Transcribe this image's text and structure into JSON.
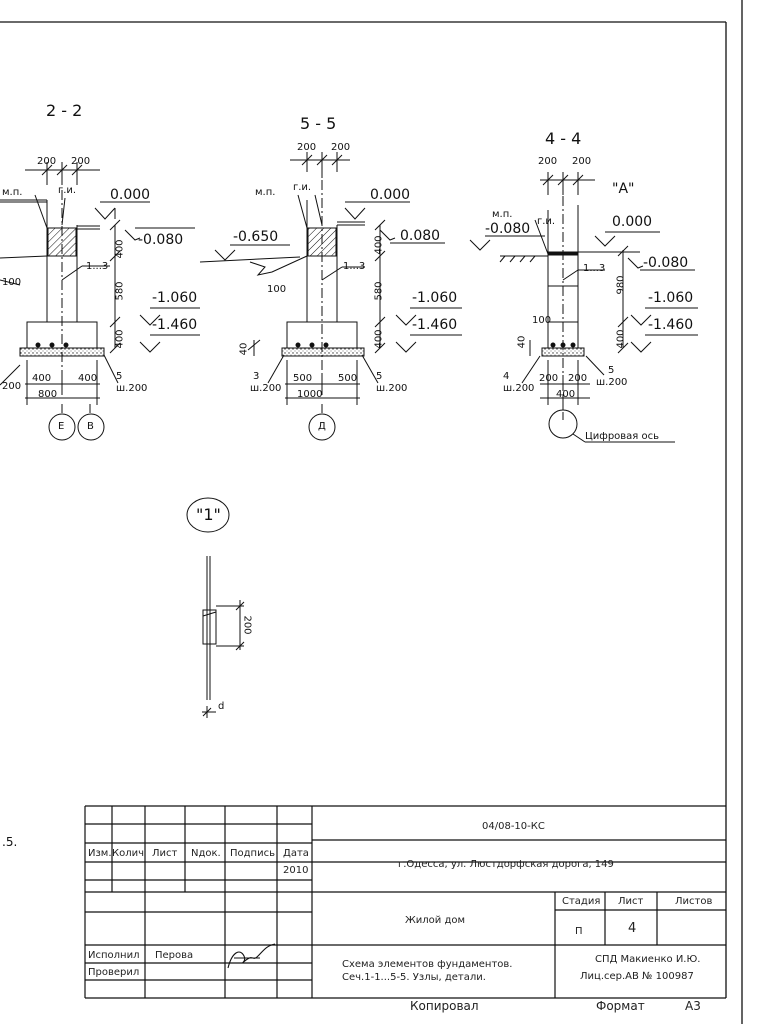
{
  "sections": {
    "s22": {
      "title": "2 - 2",
      "dim_top_left": "200",
      "dim_top_right": "200",
      "mp": "м.п.",
      "gi": "г.и.",
      "lvl_0": "0.000",
      "lvl_080": "-0.080",
      "dim_400_top": "400",
      "dim_580": "580",
      "dim_400_bot": "400",
      "lvl_1060": "-1.060",
      "lvl_1460": "-1.460",
      "mark_13": "1...3",
      "mark_100": "100",
      "dim_400a": "400",
      "dim_400b": "400",
      "dim_800": "800",
      "mark_5": "5",
      "sh200": "ш.200",
      "left_200": "200",
      "axis_e": "Е",
      "axis_v": "В"
    },
    "s55": {
      "title": "5 - 5",
      "dim_top_left": "200",
      "dim_top_right": "200",
      "mp": "м.п.",
      "gi": "г.и.",
      "lvl_0": "0.000",
      "lvl_650": "-0.650",
      "lvl_080": "0.080",
      "dim_400_top": "400",
      "dim_580": "580",
      "dim_400_bot": "400",
      "lvl_1060": "-1.060",
      "lvl_1460": "-1.460",
      "mark_13": "1...3",
      "mark_100": "100",
      "mark_40": "40",
      "mark_3": "3",
      "sh200_l": "ш.200",
      "dim_500a": "500",
      "dim_500b": "500",
      "dim_1000": "1000",
      "mark_5": "5",
      "sh200_r": "ш.200",
      "axis_d": "Д"
    },
    "s44": {
      "title": "4 - 4",
      "dim_top_left": "200",
      "dim_top_right": "200",
      "detail_a": "\"А\"",
      "mp": "м.п.",
      "gi": "г.и.",
      "lvl_080_l": "-0.080",
      "lvl_0": "0.000",
      "lvl_080_r": "-0.080",
      "mark_13": "1...3",
      "dim_980": "980",
      "dim_400": "400",
      "lvl_1060": "-1.060",
      "lvl_1460": "-1.460",
      "mark_100": "100",
      "mark_40": "40",
      "mark_4": "4",
      "sh200_l": "ш.200",
      "dim_200a": "200",
      "dim_200b": "200",
      "dim_400b": "400",
      "mark_5": "5",
      "sh200_r": "ш.200",
      "axis_note": "Цифровая ось"
    }
  },
  "node1": {
    "title": "\"1\"",
    "dim_200": "200",
    "d": "d"
  },
  "side_mark": ".5.",
  "title_block": {
    "code": "04/08-10-КС",
    "address": "г.Одесса, ул. Люстдорфская дорога, 149",
    "hdr_izm": "Изм.",
    "hdr_kol": "Колич",
    "hdr_list": "Лист",
    "hdr_ndok": "Nдок.",
    "hdr_podpis": "Подпись",
    "hdr_data": "Дата",
    "year": "2010",
    "object": "Жилой дом",
    "stage_hdr": "Стадия",
    "list_hdr": "Лист",
    "listov_hdr": "Листов",
    "stage": "П",
    "sheet_no": "4",
    "role_exec": "Исполнил",
    "role_check": "Проверил",
    "exec_name": "Перова",
    "desc_line1": "Схема элементов фундаментов.",
    "desc_line2": "Сеч.1-1...5-5. Узлы, детали.",
    "org_line1": "СПД Макиенко И.Ю.",
    "org_line2": "Лиц.сер.АВ № 100987",
    "copied": "Копировал",
    "format_lbl": "Формат",
    "format_val": "А3"
  }
}
